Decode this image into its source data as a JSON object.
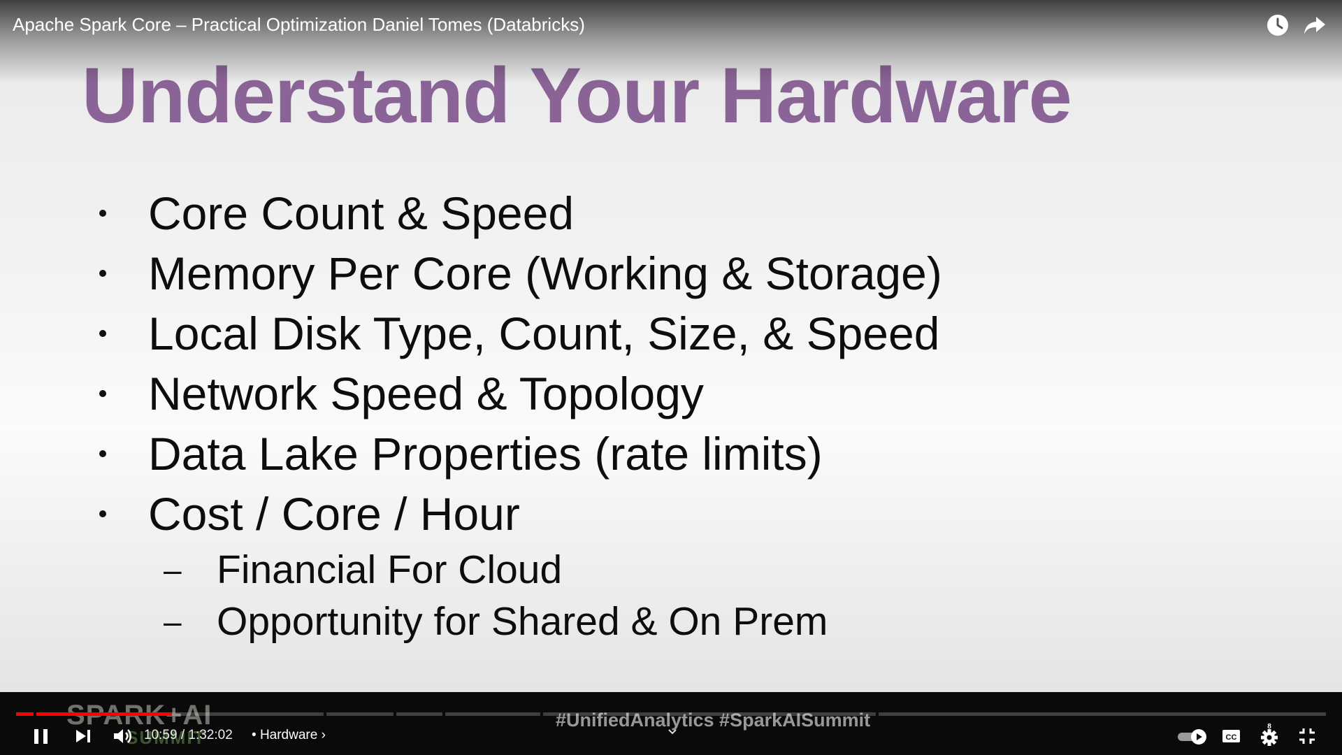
{
  "player": {
    "video_title": "Apache Spark Core – Practical Optimization Daniel Tomes (Databricks)",
    "top_icons": [
      "watch-later-icon",
      "share-icon"
    ]
  },
  "slide": {
    "title": "Understand Your Hardware",
    "title_color": "#8a6496",
    "bullets": [
      "Core Count & Speed",
      "Memory Per Core (Working & Storage)",
      "Local Disk Type, Count, Size, & Speed",
      "Network Speed & Topology",
      "Data Lake Properties (rate limits)",
      "Cost / Core / Hour"
    ],
    "sub_bullets": [
      "Financial For Cloud",
      "Opportunity for Shared & On Prem"
    ],
    "watermark": "SPARK+AI",
    "watermark_sub": "SUMMIT",
    "hashtags": "#UnifiedAnalytics #SparkAISummit"
  },
  "controls": {
    "time": "10:59 / 1:32:02",
    "separator": "•",
    "chapter": "Hardware",
    "chapter_arrow": "›",
    "progress_fraction": 0.119,
    "progress_color": "#ff0000",
    "icons": [
      "pause-icon",
      "next-icon",
      "volume-icon",
      "autoplay-toggle-icon",
      "subtitles-icon",
      "settings-icon",
      "exit-fullscreen-icon"
    ]
  }
}
